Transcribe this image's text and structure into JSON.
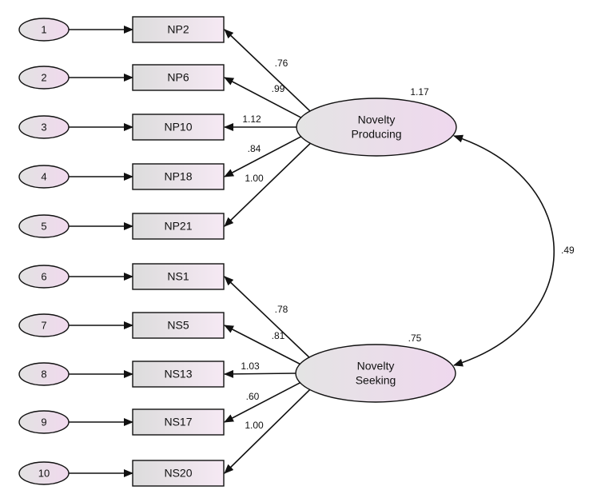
{
  "errors": [
    "1",
    "2",
    "3",
    "4",
    "5",
    "6",
    "7",
    "8",
    "9",
    "10"
  ],
  "indicators": [
    "NP2",
    "NP6",
    "NP10",
    "NP18",
    "NP21",
    "NS1",
    "NS5",
    "NS13",
    "NS17",
    "NS20"
  ],
  "latents": [
    {
      "line1": "Novelty",
      "line2": "Producing",
      "variance": "1.17",
      "loadings": [
        ".76",
        ".99",
        "1.12",
        ".84",
        "1.00"
      ]
    },
    {
      "line1": "Novelty",
      "line2": "Seeking",
      "variance": ".75",
      "loadings": [
        ".78",
        ".81",
        "1.03",
        ".60",
        "1.00"
      ]
    }
  ],
  "covariance": ".49",
  "colors": {
    "box": "#e6e6e6",
    "ellipse": "#eddff0",
    "stroke": "#111111"
  }
}
